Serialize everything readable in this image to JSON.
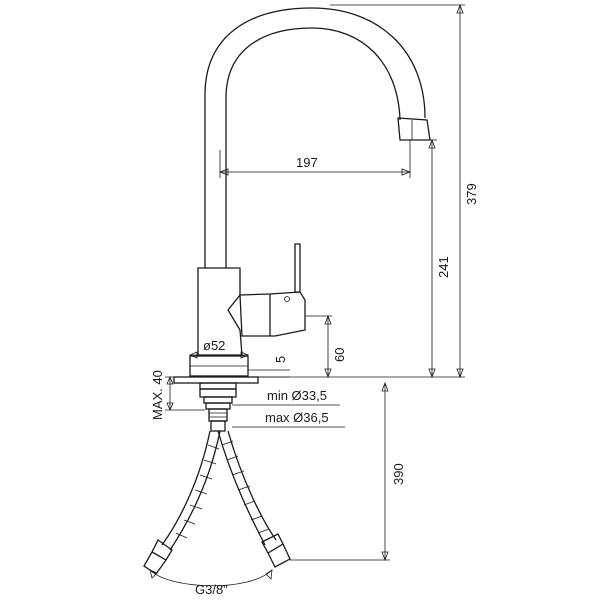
{
  "dimensions": {
    "spout_reach": "197",
    "total_height": "379",
    "spout_height": "241",
    "handle_height": "60",
    "base_diameter": "ø52",
    "base_thickness": "5",
    "max_counter_thickness": "MAX. 40",
    "min_hole": "min Ø33,5",
    "max_hole": "max Ø36,5",
    "hose_length": "390",
    "hose_thread": "G3/8\""
  }
}
